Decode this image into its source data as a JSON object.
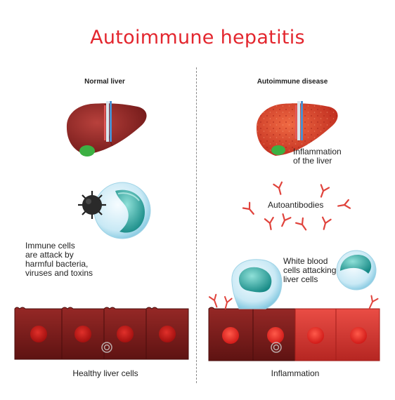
{
  "title": "Autoimmune hepatitis",
  "left_panel": {
    "heading": "Normal liver",
    "immune_text": [
      "Immune cells",
      "are attack by",
      "harmful bacteria,",
      "viruses and toxins"
    ],
    "cells_caption": "Healthy liver cells"
  },
  "right_panel": {
    "heading": "Autoimmune disease",
    "inflammation_text": [
      "Inflammation",
      "of the liver"
    ],
    "antibodies_label": "Autoantibodies",
    "wbc_text": [
      "White blood",
      "cells attacking",
      "liver cells"
    ],
    "cells_caption": "Inflammation"
  },
  "colors": {
    "title": "#e3262e",
    "healthy_liver": "#8e2322",
    "inflamed_liver": "#d8412b",
    "antibody": "#e0433c",
    "immune_cell": "#35b6b0"
  }
}
